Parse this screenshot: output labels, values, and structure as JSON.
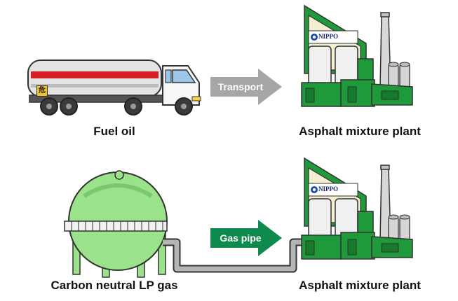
{
  "top_row": {
    "source_label": "Fuel oil",
    "arrow_label": "Transport",
    "destination_label": "Asphalt mixture plant",
    "arrow_color": "#a6a6a6"
  },
  "bottom_row": {
    "source_label": "Carbon neutral LP gas",
    "arrow_label": "Gas pipe",
    "destination_label": "Asphalt mixture plant",
    "arrow_color": "#0f8a4f"
  },
  "plant_brand": "NIPPO",
  "truck_hazard_glyph": "危",
  "colors": {
    "plant_green": "#1f9a3a",
    "plant_cream": "#f4efd2",
    "gas_tank_green": "#9be38a",
    "truck_red_stripe": "#d41f26",
    "pipe_gray": "#b5b5b5"
  },
  "icons": {
    "truck": "tanker-truck-icon",
    "plant": "asphalt-plant-icon",
    "gas_tank": "lp-gas-sphere-icon"
  }
}
